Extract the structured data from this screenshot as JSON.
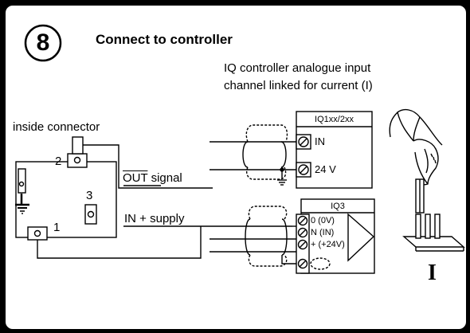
{
  "step": {
    "number": "8",
    "title": "Connect to controller"
  },
  "caption": {
    "line1": "IQ controller analogue input",
    "line2": "channel linked for current (I)"
  },
  "sensor": {
    "inside_connector": "inside connector",
    "pin2": "2",
    "pin3": "3",
    "pin1": "1",
    "out_label": "OUT",
    "out_suffix": " signal",
    "in_label": "IN +",
    "in_suffix": " supply"
  },
  "controller_top": {
    "title": "IQ1xx/2xx",
    "term_in": "IN",
    "term_24v": "24 V"
  },
  "controller_bottom": {
    "title": "IQ3",
    "t1": "0 (0V)",
    "t2": "N (IN)",
    "t3": "+ (+24V)"
  },
  "link_symbol": "I"
}
